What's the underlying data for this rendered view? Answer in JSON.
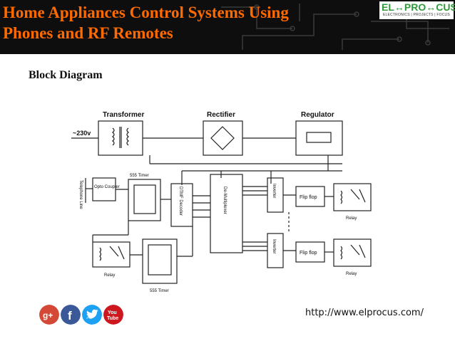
{
  "header": {
    "title_line1": "Home Appliances Control Systems Using",
    "title_line2": "Phones and RF Remotes",
    "logo": {
      "main": "EL↔PRO↔CUS",
      "tagline": "ELECTRONICS | PROJECTS | FOCUS"
    }
  },
  "section": {
    "subtitle": "Block Diagram"
  },
  "diagram": {
    "labels": {
      "transformer": "Transformer",
      "rectifier": "Rectifier",
      "regulator": "Regulator",
      "ac_input": "~230v",
      "telephone_line": "Telephone Line",
      "opto_coupler": "Opto Coupler",
      "timer_555_top": "555 Timer",
      "dtmf_decoder": "DTMF Decoder",
      "demultiplexer": "De-Multiplexer",
      "inverter_top": "Inverter",
      "inverter_bottom": "Inverter",
      "flipflop_top": "Flip flop",
      "flipflop_bottom": "Flip flop",
      "relay_top": "Relay",
      "relay_bottom": "Relay",
      "relay_left": "Relay",
      "timer_555_bottom": "555 Timer"
    }
  },
  "social": {
    "icons": [
      "google-plus-icon",
      "facebook-icon",
      "twitter-icon",
      "youtube-icon"
    ]
  },
  "footer": {
    "url": "http://www.elprocus.com/"
  }
}
